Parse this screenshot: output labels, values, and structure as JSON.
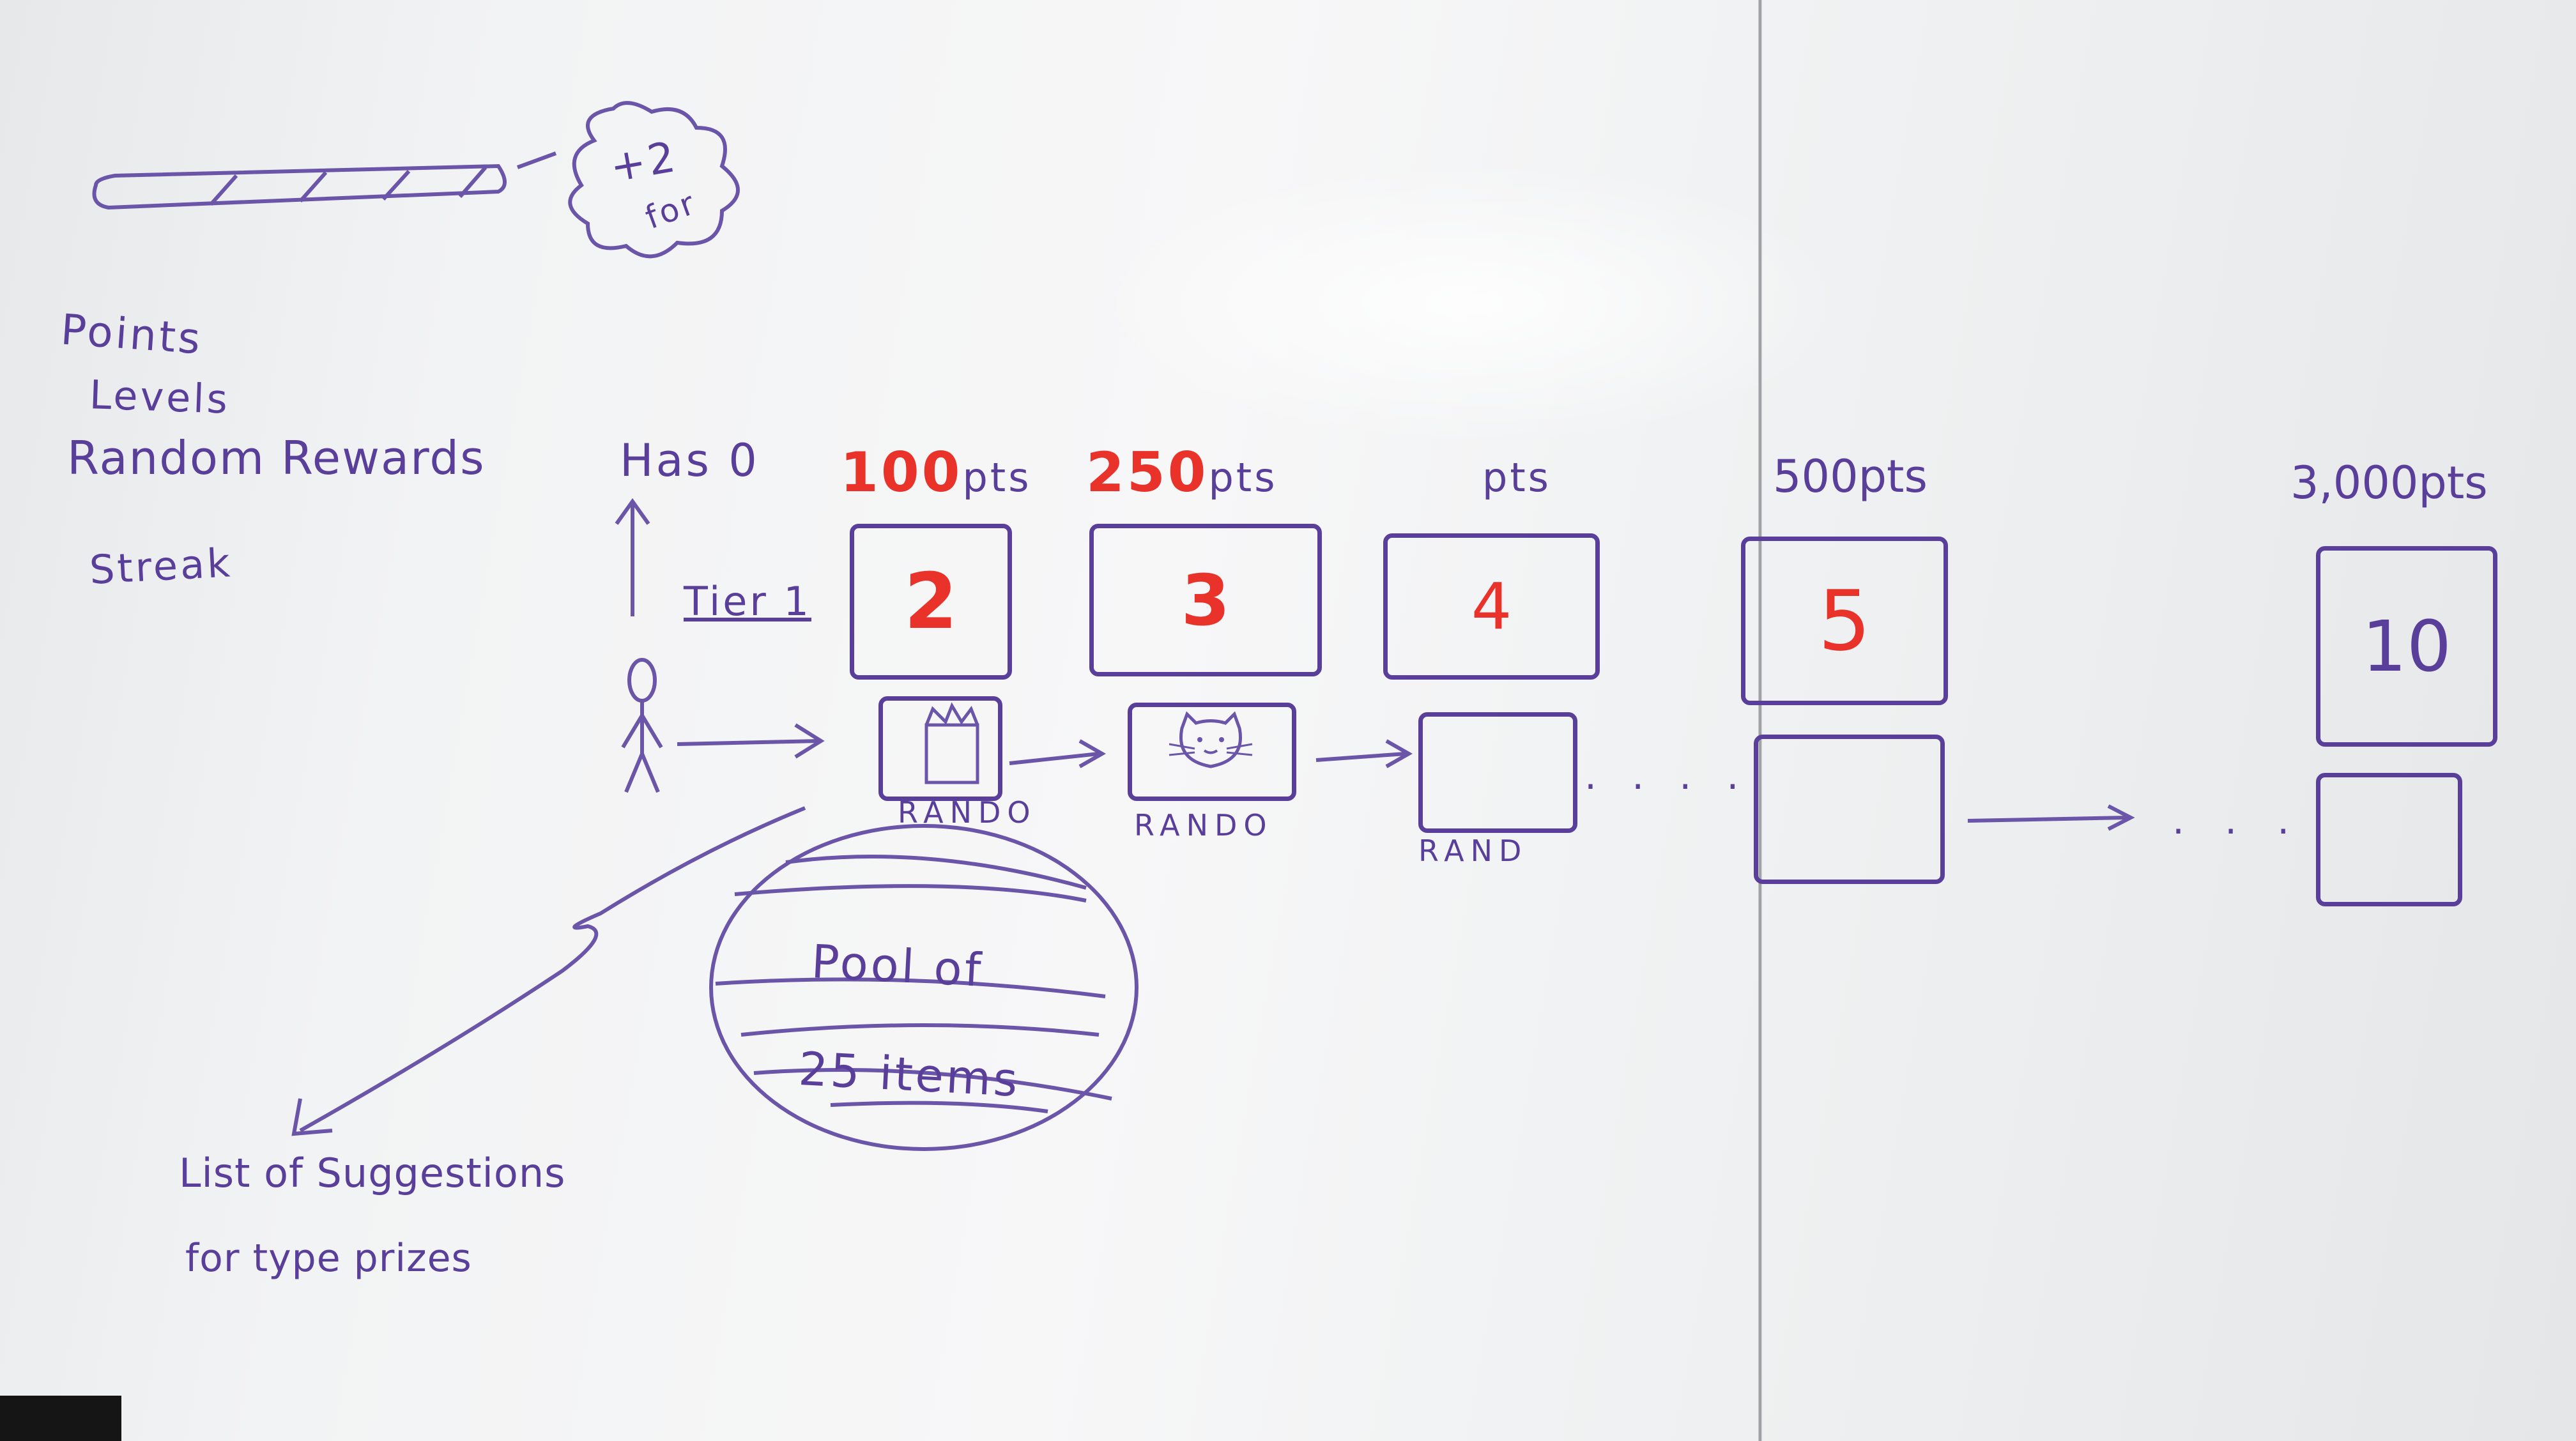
{
  "board": {
    "bg": "#f3f4f5",
    "marker_purple": "#5a3f9a",
    "marker_red": "#e8322a"
  },
  "progress_badge": {
    "line1": "+2",
    "line2": "for"
  },
  "concept_list": [
    "Points",
    "Levels",
    "Random Rewards",
    "Streak"
  ],
  "user": {
    "has_label": "Has 0",
    "tier_label": "Tier 1"
  },
  "tiers": [
    {
      "pts": "100",
      "pts_unit": "pts",
      "level": "2",
      "reward_label": "RANDO",
      "reward_icon": "crown-icon"
    },
    {
      "pts": "250",
      "pts_unit": "pts",
      "level": "3",
      "reward_label": "RANDO",
      "reward_icon": "cat-icon"
    },
    {
      "pts": "",
      "pts_unit": "pts",
      "level": "4",
      "reward_label": "RAND",
      "reward_icon": ""
    },
    {
      "pts": "500pts",
      "level": "5"
    },
    {
      "pts": "3,000pts",
      "level": "10"
    }
  ],
  "pool": {
    "line1": "Pool of",
    "line2": "25 items"
  },
  "suggestions": {
    "line1": "List of Suggestions",
    "line2": "for type prizes"
  },
  "ellipsis": ". . . .",
  "ellipsis2": ". . ."
}
